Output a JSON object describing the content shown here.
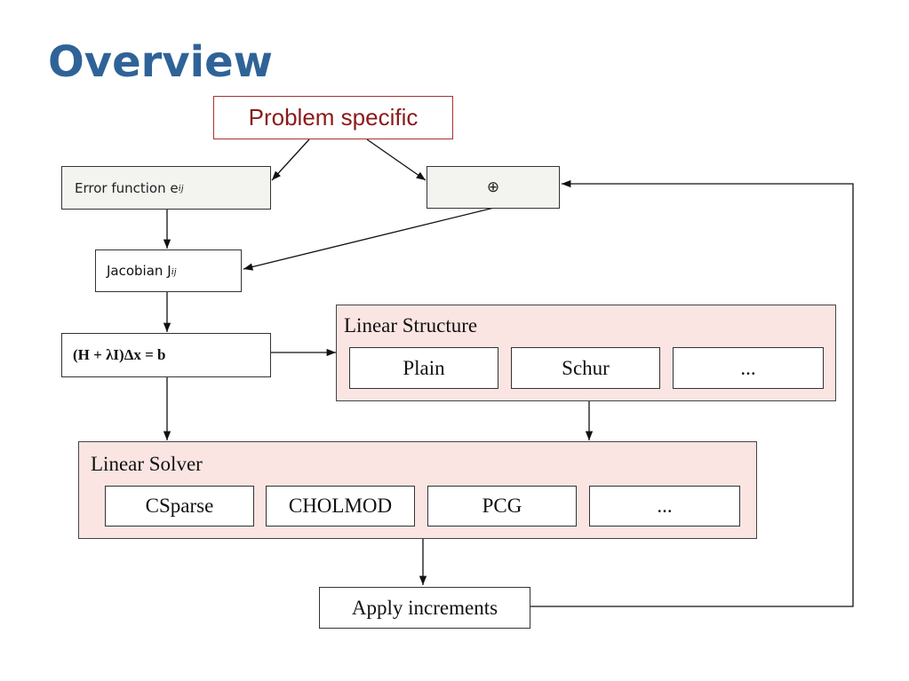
{
  "title": "Overview",
  "problem_specific": "Problem specific",
  "error_function": {
    "label": "Error function e",
    "subscript": "ij"
  },
  "oplus": {
    "symbol": "⊕"
  },
  "jacobian": {
    "label": "Jacobian J",
    "subscript": "ij"
  },
  "equation": "(H + λI)Δx = b",
  "linear_structure": {
    "title": "Linear Structure",
    "items": [
      "Plain",
      "Schur",
      "..."
    ]
  },
  "linear_solver": {
    "title": "Linear Solver",
    "items": [
      "CSparse",
      "CHOLMOD",
      "PCG",
      "..."
    ]
  },
  "apply_increments": "Apply increments",
  "colors": {
    "title": "#2f6397",
    "problem_text": "#8b1a1a",
    "panel_fill": "#fbe5e3",
    "box_fill": "#f3f3f0"
  }
}
